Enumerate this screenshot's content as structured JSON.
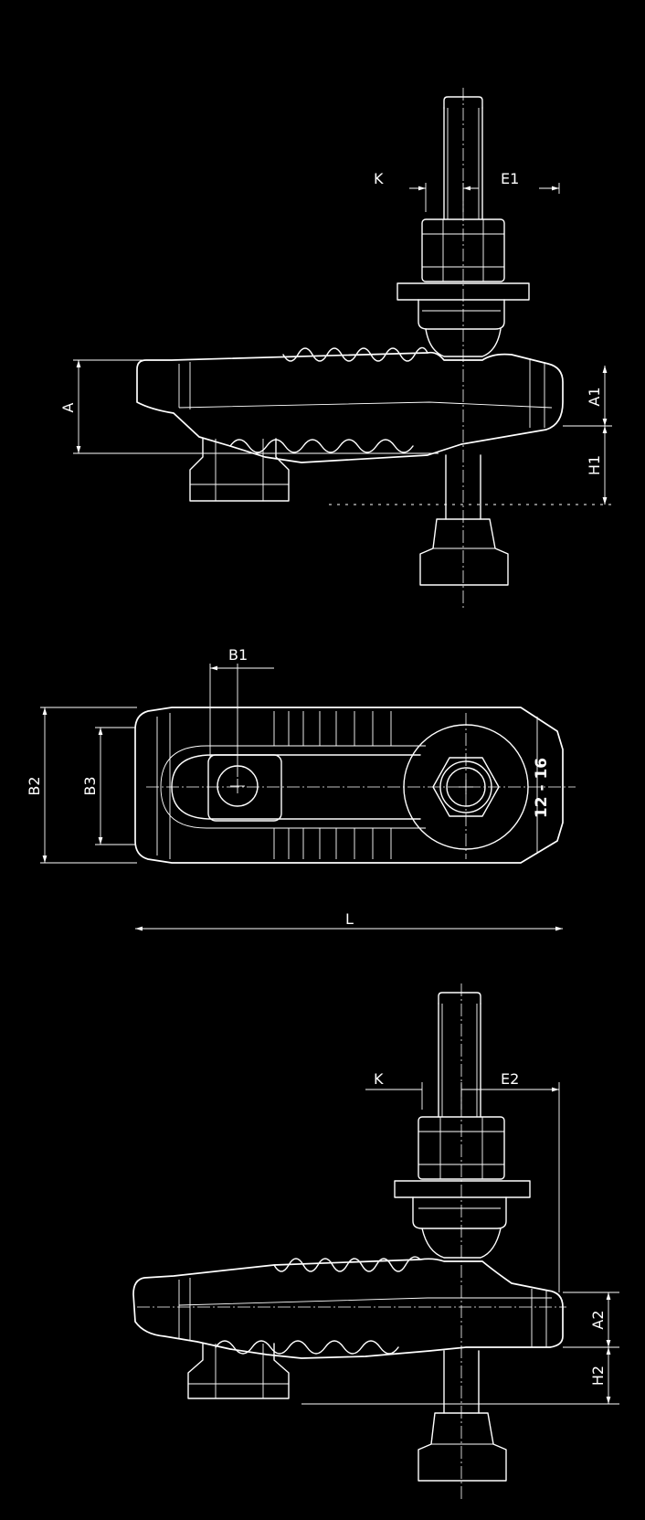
{
  "dimension_labels": {
    "K_top": "K",
    "E1": "E1",
    "A": "A",
    "A1": "A1",
    "H1": "H1",
    "B1": "B1",
    "B2": "B2",
    "B3": "B3",
    "L": "L",
    "K_bottom": "K",
    "E2": "E2",
    "A2": "A2",
    "H2": "H2"
  },
  "size_stamp": "12 - 16",
  "colors": {
    "background": "#000000",
    "line": "#ffffff"
  }
}
